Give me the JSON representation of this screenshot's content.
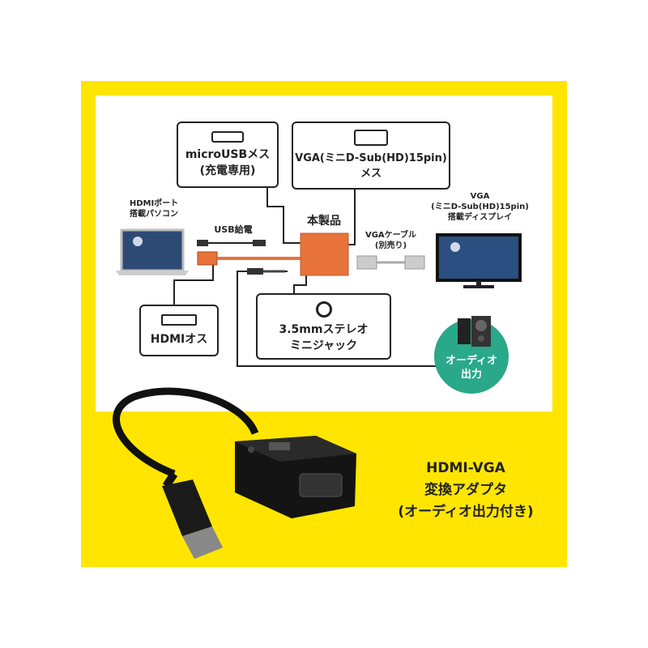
{
  "diagram": {
    "microusb_box": {
      "line1": "microUSBメス",
      "line2": "(充電専用)"
    },
    "vga_box": {
      "line1": "VGA(ミニD-Sub(HD)15pin)",
      "line2": "メス"
    },
    "hdmi_box": {
      "label": "HDMIオス"
    },
    "audio_box": {
      "line1": "3.5mmステレオ",
      "line2": "ミニジャック"
    },
    "pc_label": {
      "line1": "HDMIポート",
      "line2": "搭載パソコン"
    },
    "usb_power_label": "USB給電",
    "product_label": "本製品",
    "vga_cable_label": {
      "line1": "VGAケーブル",
      "line2": "(別売り)"
    },
    "display_label": {
      "line1": "VGA",
      "line2": "(ミニD-Sub(HD)15pin)",
      "line3": "搭載ディスプレイ"
    },
    "audio_out_label": {
      "line1": "オーディオ",
      "line2": "出力"
    }
  },
  "product_title": {
    "line1": "HDMI-VGA",
    "line2": "変換アダプタ",
    "line3": "(オーディオ出力付き)"
  },
  "colors": {
    "yellow": "#ffe500",
    "orange": "#e8733a",
    "teal": "#2aa88a"
  }
}
